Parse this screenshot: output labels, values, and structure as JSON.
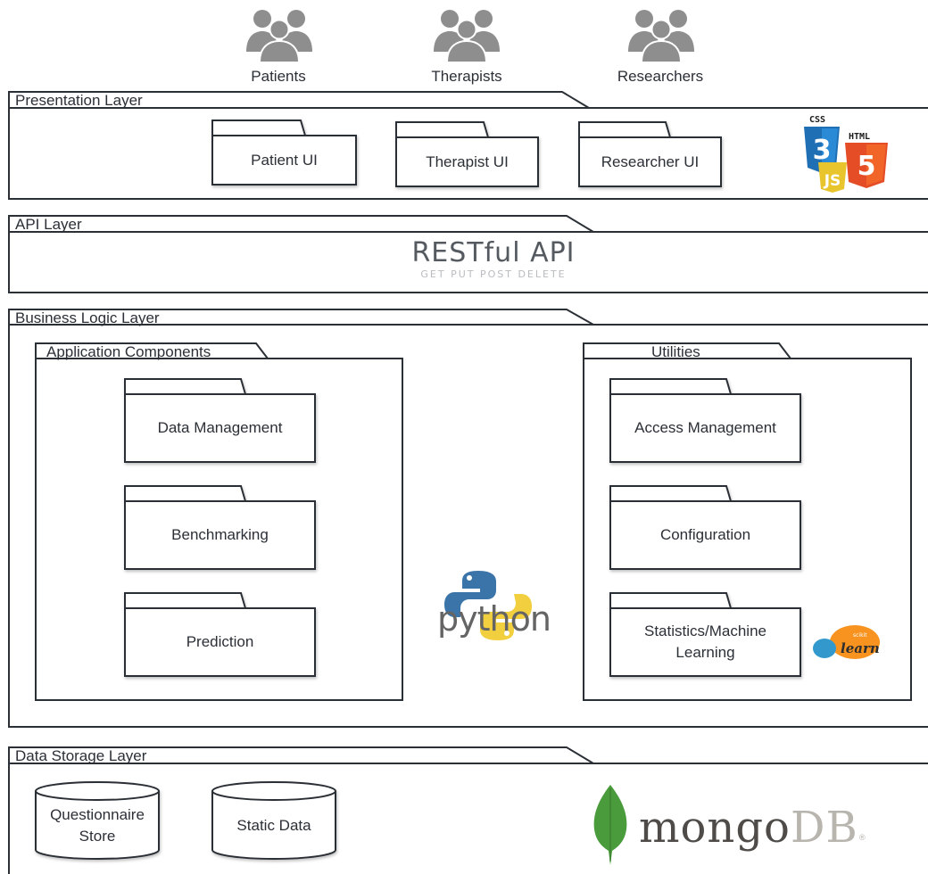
{
  "actors": [
    {
      "name": "Patients"
    },
    {
      "name": "Therapists"
    },
    {
      "name": "Researchers"
    }
  ],
  "layers": {
    "presentation": {
      "title": "Presentation Layer",
      "packages": [
        "Patient UI",
        "Therapist UI",
        "Researcher UI"
      ],
      "logo": {
        "css": "CSS",
        "html": "HTML",
        "css_num": "3",
        "html_num": "5",
        "js": "JS"
      }
    },
    "api": {
      "title": "API Layer",
      "rest_title": "RESTful API",
      "rest_methods": "GET  PUT  POST  DELETE"
    },
    "business": {
      "title": "Business Logic Layer",
      "app_components": {
        "title": "Application Components",
        "packages": [
          "Data Management",
          "Benchmarking",
          "Prediction"
        ]
      },
      "utilities": {
        "title": "Utilities",
        "packages": [
          "Access Management",
          "Configuration",
          "Statistics/Machine Learning"
        ]
      },
      "python_logo": "python",
      "sklearn_logo": {
        "small": "scikit",
        "main": "learn"
      }
    },
    "storage": {
      "title": "Data Storage Layer",
      "stores": [
        "Questionnaire Store",
        "Static Data"
      ],
      "mongo": {
        "part1": "mongo",
        "part2": "DB",
        "reg": "®"
      }
    }
  },
  "colors": {
    "stroke": "#2b2f36",
    "actor": "#8e8e8e",
    "mongo_leaf": "#4a9b3c",
    "python_blue": "#3b74a8",
    "python_yellow": "#f2cf3f",
    "sklearn_orange": "#f7931e",
    "sklearn_blue": "#3399cc",
    "html5": "#e44d26",
    "css3": "#1f6fb5",
    "js": "#e9c52d"
  }
}
